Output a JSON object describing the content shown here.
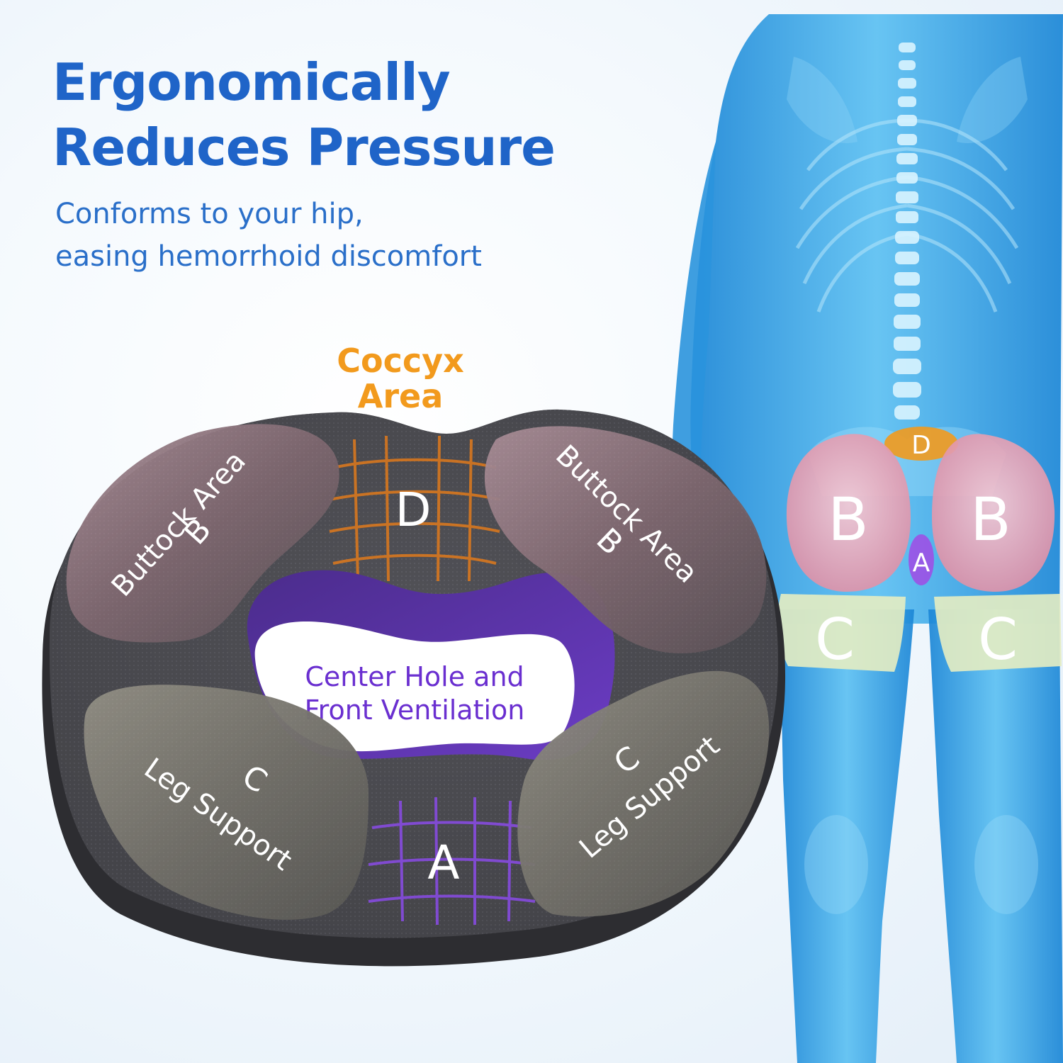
{
  "headline": {
    "line1": "Ergonomically",
    "line2": "Reduces Pressure"
  },
  "subheadline": {
    "line1": "Conforms to your hip,",
    "line2": "easing hemorrhoid discomfort"
  },
  "coccyx_callout": {
    "line1": "Coccyx",
    "line2": "Area"
  },
  "cushion": {
    "zone_d": {
      "letter": "D"
    },
    "zone_a": {
      "letter": "A"
    },
    "buttock_left": {
      "label": "Buttock Area",
      "letter": "B"
    },
    "buttock_right": {
      "label": "Buttock Area",
      "letter": "B"
    },
    "leg_left": {
      "label": "Leg Support",
      "letter": "C"
    },
    "leg_right": {
      "label": "Leg Support",
      "letter": "C"
    },
    "center_hole": {
      "line1": "Center Hole and",
      "line2": "Front Ventilation"
    }
  },
  "body_markers": {
    "d": "D",
    "b_left": "B",
    "b_right": "B",
    "a": "A",
    "c_left": "C",
    "c_right": "C"
  },
  "colors": {
    "headline": "#1f64c8",
    "coccyx": "#f29a1d",
    "center_text": "#6a2fd0",
    "body": "#3fa2e6"
  }
}
